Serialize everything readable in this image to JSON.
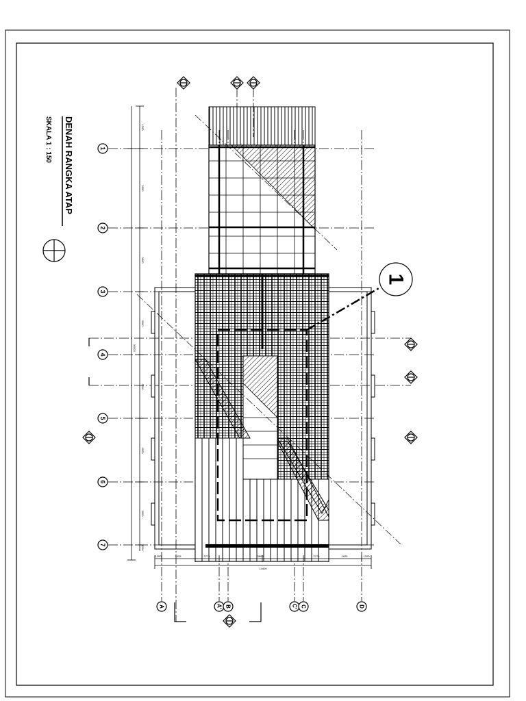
{
  "drawing": {
    "title": "DENAH  RANGKA ATAP",
    "scale": "SKALA  1 : 150",
    "detail_callout": "1",
    "grid_numbers": [
      "1",
      "2",
      "3",
      "4",
      "5",
      "6",
      "7"
    ],
    "grid_letters": [
      "A",
      "A'",
      "B",
      "C'",
      "C",
      "D"
    ],
    "dimensions": {
      "bottom_segments": [
        "1200",
        "1625",
        "2775",
        "3800",
        "2775",
        "1625",
        "1200"
      ],
      "bottom_total": "14400",
      "left_segments": [
        "1200",
        "2500",
        "3500",
        "3000",
        "3000",
        "3000",
        "3000",
        "1200"
      ],
      "left_total": "30000"
    }
  },
  "colors": {
    "ink": "#000000",
    "paper": "#ffffff"
  }
}
